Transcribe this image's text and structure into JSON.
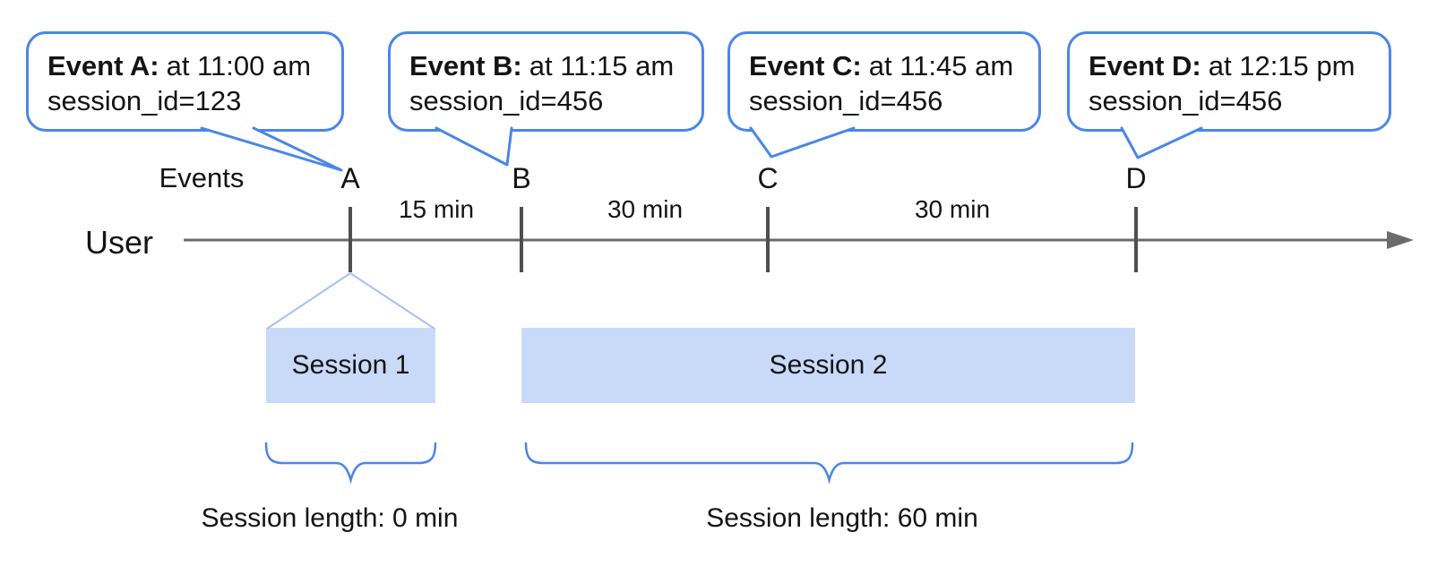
{
  "callouts": [
    {
      "title": "Event A:",
      "time": "at 11:00 am",
      "session": "session_id=123"
    },
    {
      "title": "Event B:",
      "time": "at 11:15 am",
      "session": "session_id=456"
    },
    {
      "title": "Event C:",
      "time": "at 11:45 am",
      "session": "session_id=456"
    },
    {
      "title": "Event D:",
      "time": "at 12:15 pm",
      "session": "session_id=456"
    }
  ],
  "timeline": {
    "row_label": "Events",
    "axis_label": "User",
    "event_markers": [
      "A",
      "B",
      "C",
      "D"
    ],
    "intervals": [
      "15 min",
      "30 min",
      "30 min"
    ]
  },
  "sessions": [
    {
      "name": "Session 1",
      "length": "Session length: 0 min"
    },
    {
      "name": "Session 2",
      "length": "Session length: 60 min"
    }
  ],
  "colors": {
    "callout_border": "#4a86e8",
    "brace": "#4a86e8",
    "session_fill": "#c9daf8",
    "funnel_line": "#a4c2f4",
    "axis_line": "#6b6b6b",
    "tick": "#4f4f4f",
    "text": "#141414"
  }
}
